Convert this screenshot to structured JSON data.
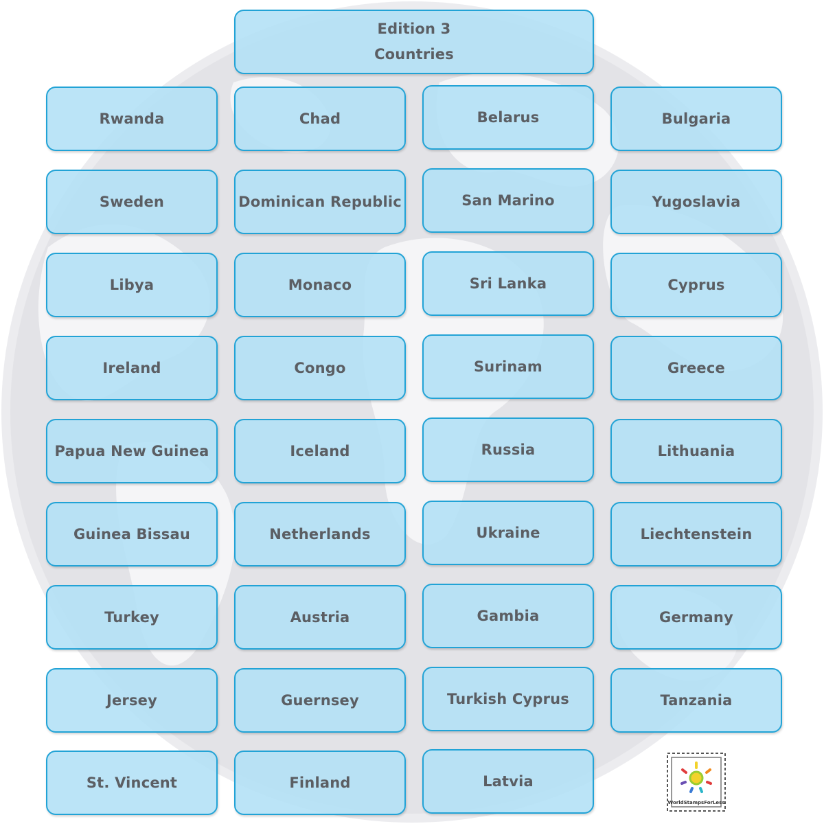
{
  "header": {
    "line1": "Edition 3",
    "line2": "Countries"
  },
  "countries": [
    "Rwanda",
    "Chad",
    "Belarus",
    "Bulgaria",
    "Sweden",
    "Dominican Republic",
    "San Marino",
    "Yugoslavia",
    "Libya",
    "Monaco",
    "Sri Lanka",
    "Cyprus",
    "Ireland",
    "Congo",
    "Surinam",
    "Greece",
    "Papua New Guinea",
    "Iceland",
    "Russia",
    "Lithuania",
    "Guinea Bissau",
    "Netherlands",
    "Ukraine",
    "Liechtenstein",
    "Turkey",
    "Austria",
    "Gambia",
    "Germany",
    "Jersey",
    "Guernsey",
    "Turkish Cyprus",
    "Tanzania",
    "St. Vincent",
    "Finland",
    "Latvia"
  ],
  "logo": {
    "text": "WorldStampsForLess",
    "icon": "sun-stamp-icon"
  },
  "colors": {
    "box_fill": "#b2e0f6",
    "box_border": "#22a3d6",
    "text": "#5b5e63",
    "globe": "#e8e8ec"
  }
}
